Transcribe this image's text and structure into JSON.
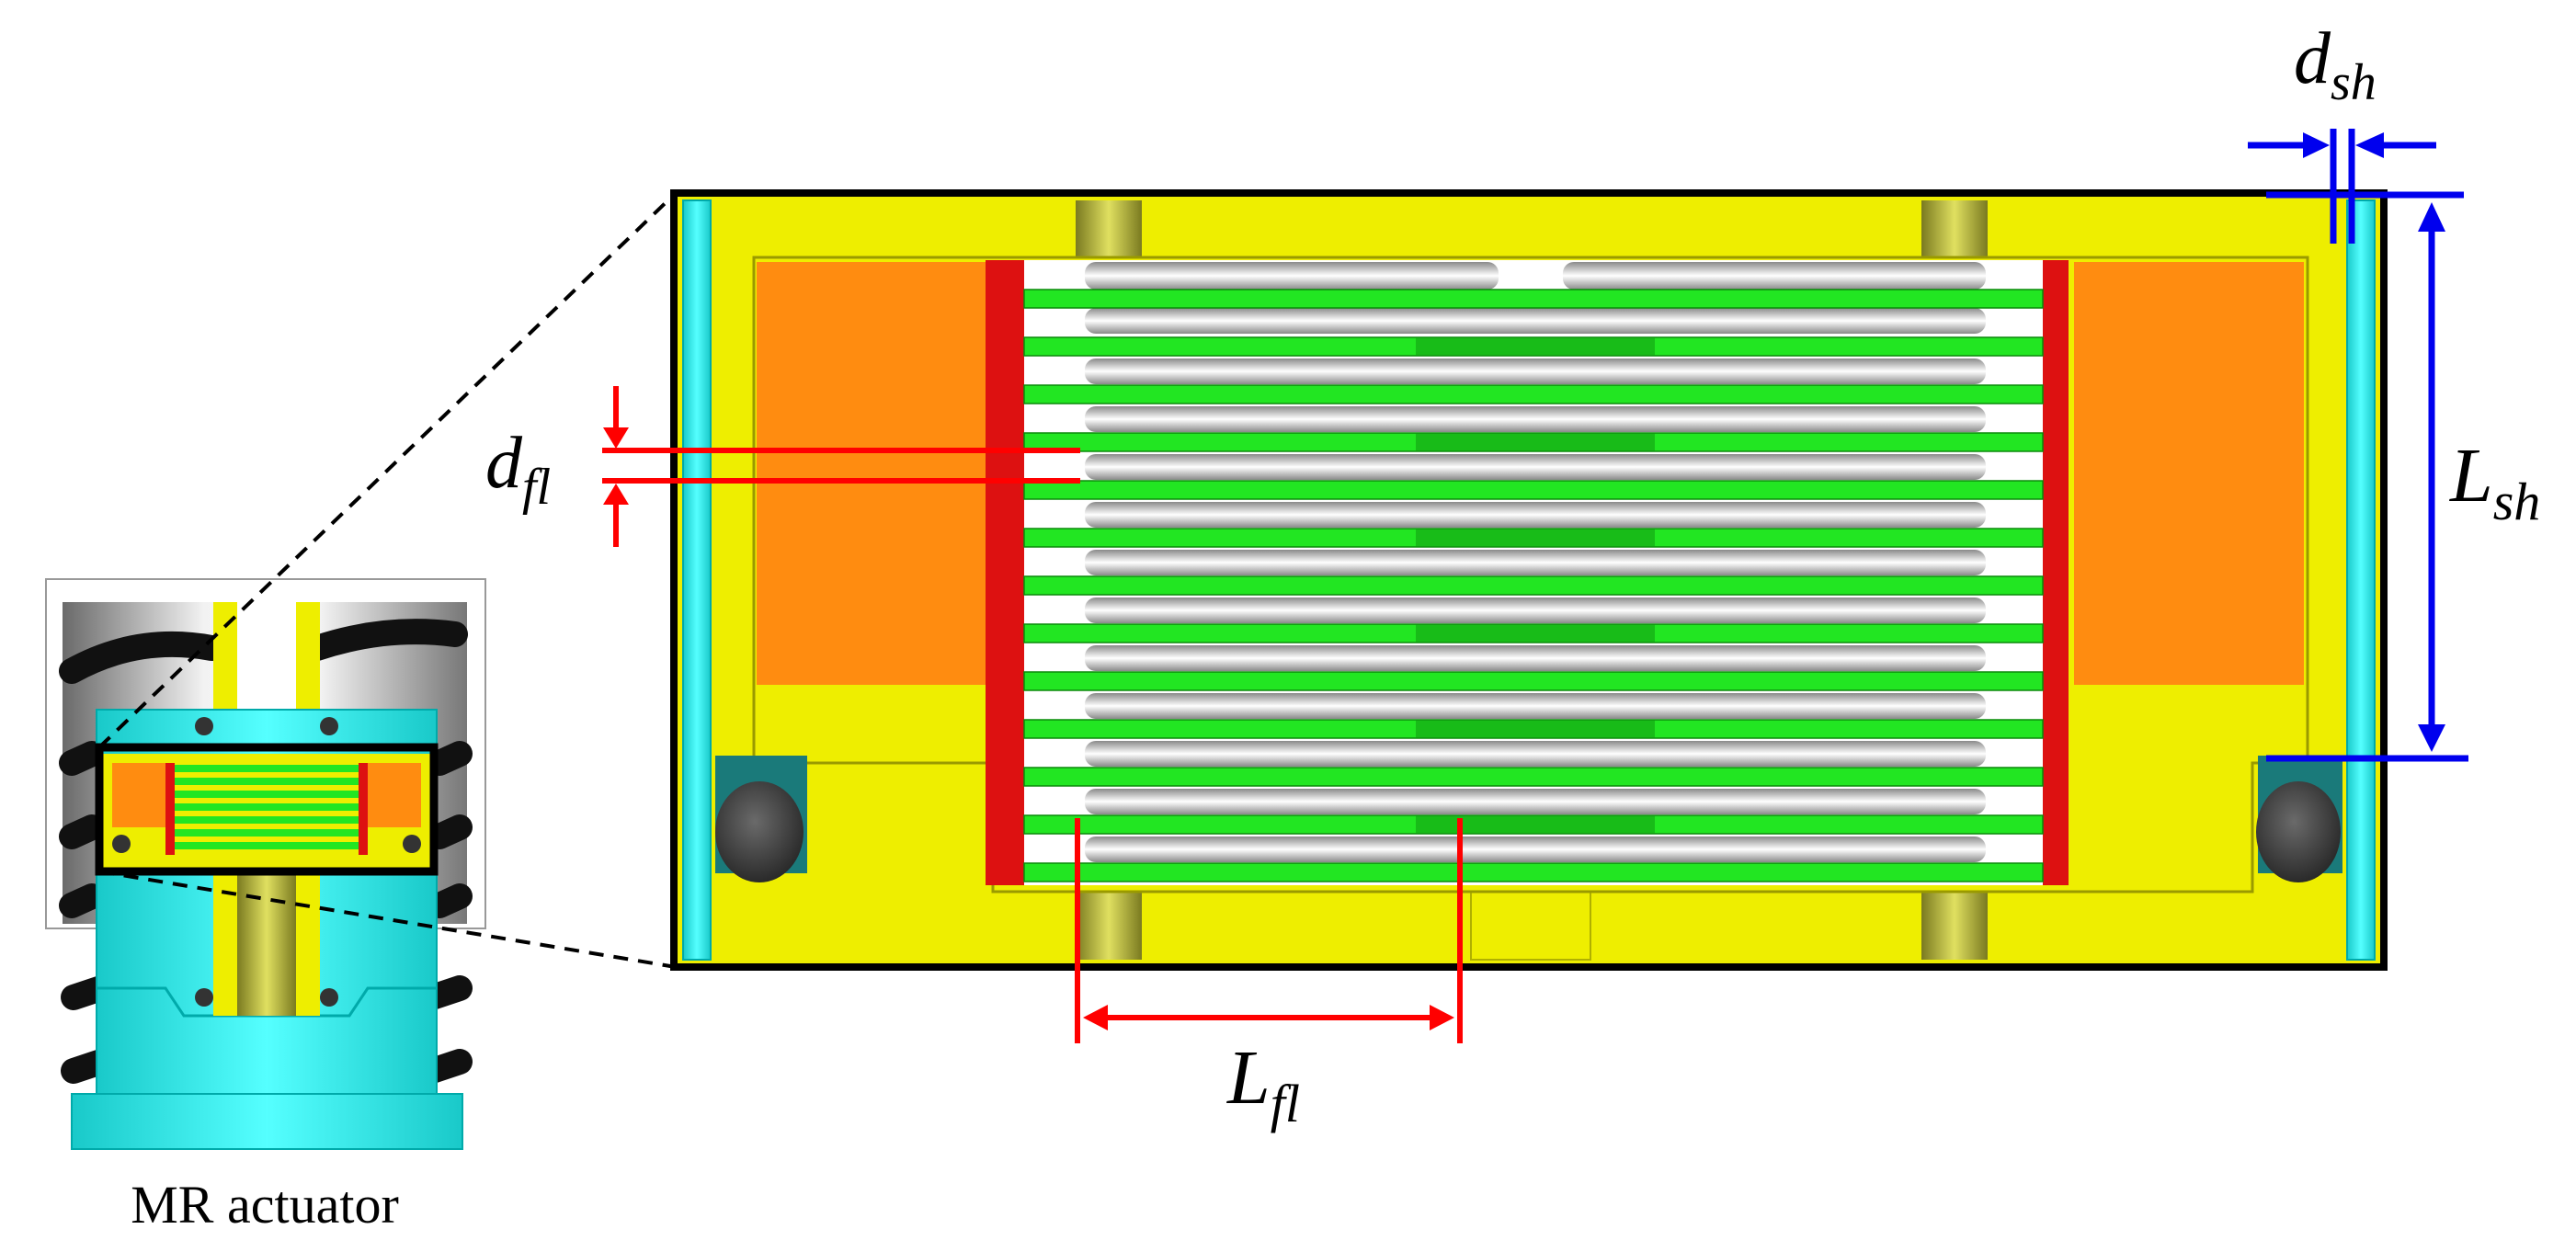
{
  "caption": "MR actuator",
  "labels": {
    "d_fl": {
      "main": "d",
      "sub": "fl"
    },
    "d_sh": {
      "main": "d",
      "sub": "sh"
    },
    "L_sh": {
      "main": "L",
      "sub": "sh"
    },
    "L_fl": {
      "main": "L",
      "sub": "fl"
    }
  },
  "colors": {
    "housing": "#eeee00",
    "shell": "#22dddd",
    "coil": "#ff8c10",
    "core_red": "#dd1111",
    "disc_green": "#22e622",
    "seal": "#444444",
    "dim_red": "#ff0000",
    "dim_blue": "#0000ee",
    "outline": "#000000"
  },
  "icons": {
    "red_dimension": "red-dimension-arrow",
    "blue_dimension": "blue-dimension-arrow",
    "seal": "o-ring-seal-icon",
    "coil": "coil-winding-icon"
  }
}
